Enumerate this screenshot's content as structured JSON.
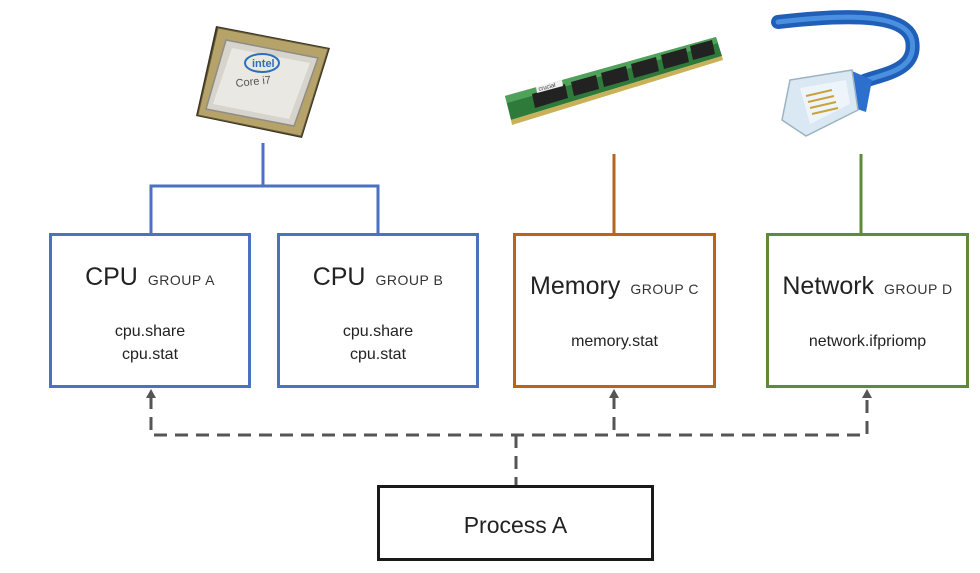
{
  "groups": [
    {
      "resource": "CPU",
      "group": "GROUP A",
      "files": [
        "cpu.share",
        "cpu.stat"
      ],
      "color": "#4a72bf"
    },
    {
      "resource": "CPU",
      "group": "GROUP B",
      "files": [
        "cpu.share",
        "cpu.stat"
      ],
      "color": "#4a72bf"
    },
    {
      "resource": "Memory",
      "group": "GROUP C",
      "files": [
        "memory.stat"
      ],
      "color": "#b8651c"
    },
    {
      "resource": "Network",
      "group": "GROUP D",
      "files": [
        "network.ifpriomp"
      ],
      "color": "#5e8a3a"
    }
  ],
  "process": {
    "label": "Process A"
  },
  "icons": {
    "cpu": {
      "name": "cpu-chip-icon",
      "brand": "intel",
      "model": "Core i7"
    },
    "memory": {
      "name": "ram-module-icon",
      "brand": "crucial"
    },
    "network": {
      "name": "ethernet-cable-icon"
    }
  },
  "colors": {
    "cpu": "#4a72bf",
    "memory": "#b8651c",
    "network": "#5e8a3a",
    "process": "#1a1a1a",
    "dashed": "#555555"
  }
}
